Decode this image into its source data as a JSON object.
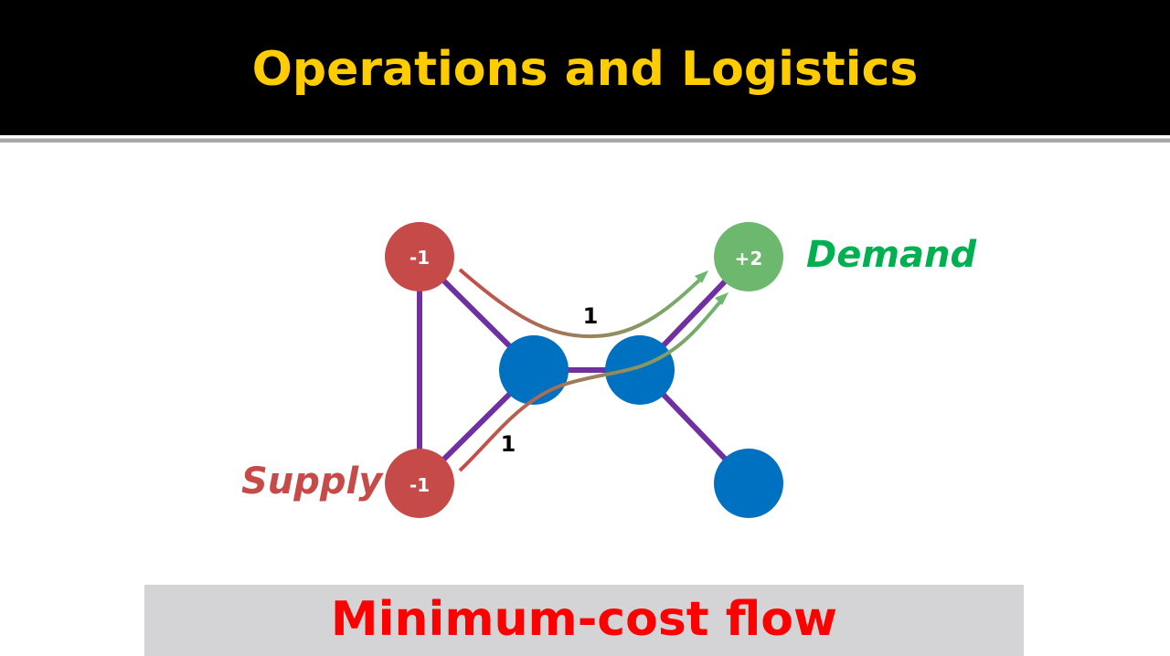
{
  "slide": {
    "title": "Operations and Logistics",
    "footer": "Minimum-cost flow"
  },
  "diagram": {
    "supply_label": "Supply",
    "demand_label": "Demand",
    "nodes": {
      "top_left": "-1",
      "bottom_left": "-1",
      "top_right": "+2"
    },
    "flow_labels": [
      "1",
      "1"
    ],
    "colors": {
      "supply": "#c64a48",
      "demand": "#6db86f",
      "transit": "#0070c0",
      "edge": "#7030a0",
      "demand_text": "#00b050",
      "title": "#ffcc00",
      "footer_text": "#ff0000"
    }
  }
}
